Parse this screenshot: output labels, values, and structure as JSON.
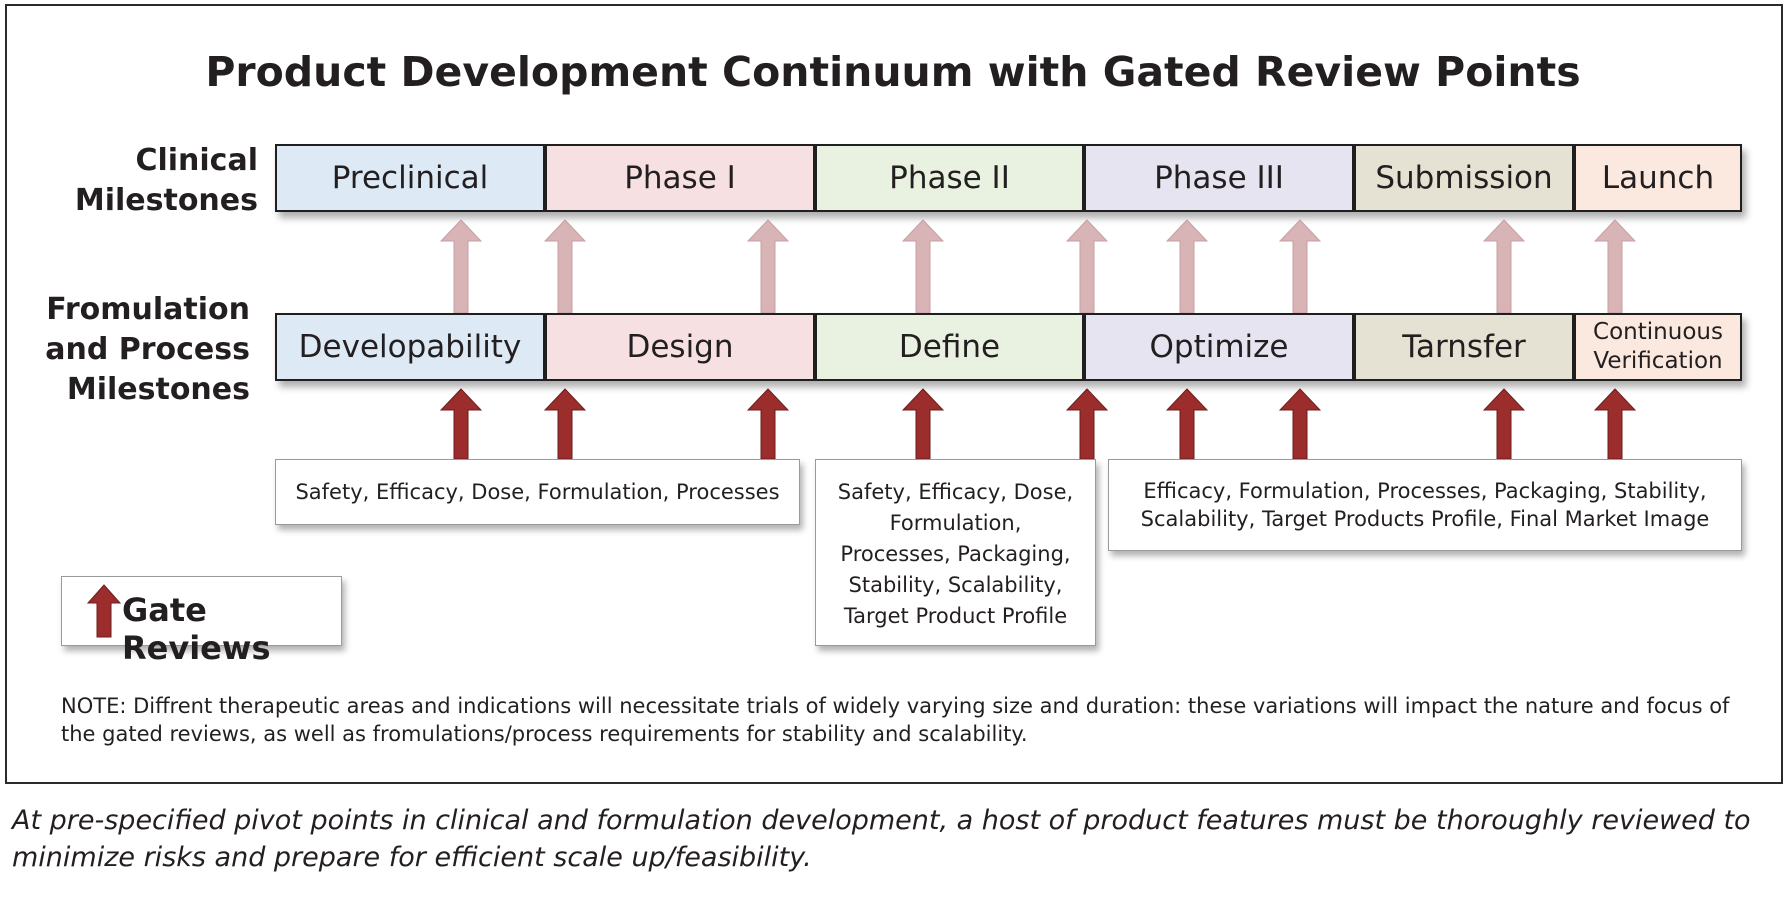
{
  "title": "Product Development Continuum with Gated Review Points",
  "rows": {
    "clinical_label": [
      "Clinical",
      "Milestones"
    ],
    "formulation_label": [
      "Fromulation",
      "and Process",
      "Milestones"
    ]
  },
  "clinical_milestones": [
    {
      "label": "Preclinical",
      "color": "#dde9f5"
    },
    {
      "label": "Phase I",
      "color": "#f6e0e2"
    },
    {
      "label": "Phase II",
      "color": "#e9f2e1"
    },
    {
      "label": "Phase III",
      "color": "#e6e4f0"
    },
    {
      "label": "Submission",
      "color": "#e5e1d3"
    },
    {
      "label": "Launch",
      "color": "#fbe9df"
    }
  ],
  "formulation_milestones": [
    {
      "label": "Developability",
      "color": "#dde9f5"
    },
    {
      "label": "Design",
      "color": "#f6e0e2"
    },
    {
      "label": "Define",
      "color": "#e9f2e1"
    },
    {
      "label": "Optimize",
      "color": "#e6e4f0"
    },
    {
      "label": "Tarnsfer",
      "color": "#e5e1d3"
    },
    {
      "label": [
        "Continuous",
        "Verification"
      ],
      "color": "#fbe9df"
    }
  ],
  "review_boxes": [
    {
      "lines": [
        "Safety, Efficacy, Dose, Formulation, Processes"
      ]
    },
    {
      "lines": [
        "Safety, Efficacy, Dose,",
        "Formulation,",
        "Processes, Packaging,",
        "Stability, Scalability,",
        "Target Product Profile"
      ]
    },
    {
      "lines": [
        "Efficacy, Formulation, Processes, Packaging, Stability,",
        "Scalability, Target Products Profile, Final Market Image"
      ]
    }
  ],
  "legend": {
    "label": "Gate Reviews",
    "icon": "gate-review-arrow-icon"
  },
  "note": "NOTE: Diffrent therapeutic areas and indications will necessitate trials of widely varying size and duration: these variations will impact the nature and focus of the gated reviews, as well as fromulations/process requirements for stability and scalability.",
  "caption": "At pre-specified pivot points in clinical and formulation development, a host of product features must be thoroughly reviewed to minimize risks and prepare for efficient scale up/feasibility.",
  "colors": {
    "gate_arrow": "#9b2d2d",
    "faded_arrow": "#d9b4b6",
    "border": "#1f1f1f"
  }
}
